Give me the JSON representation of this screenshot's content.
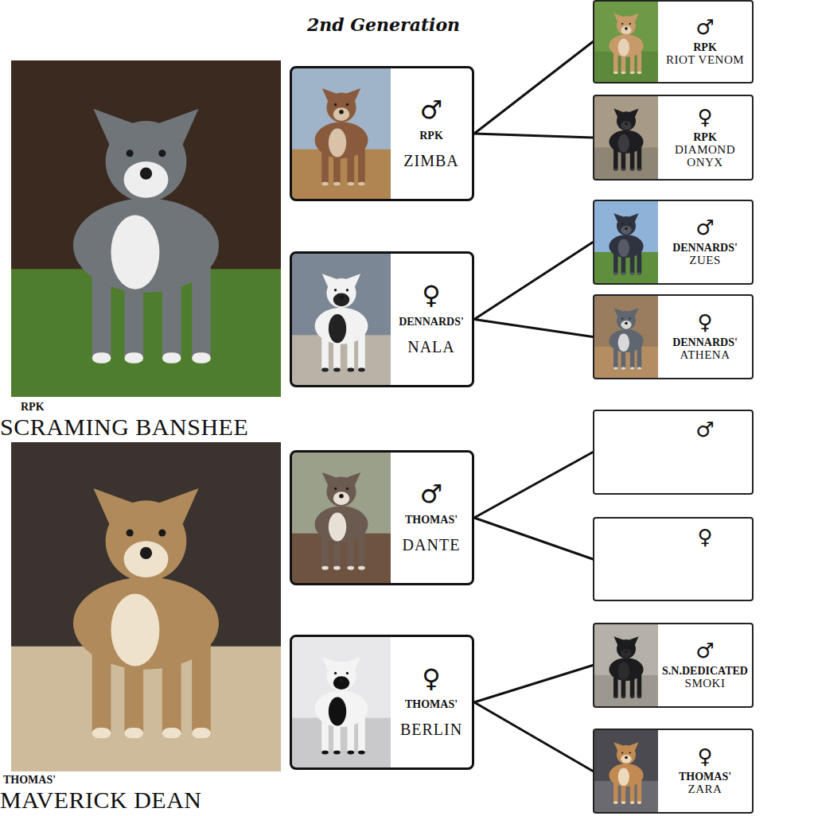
{
  "diagram": {
    "title": "2nd Generation",
    "nodes": [
      {
        "text": [
          "RPK",
          "SCRAMING BANSHEE"
        ]
      },
      {
        "text": [
          "♂",
          "RPK",
          "ZIMBA"
        ]
      },
      {
        "text": [
          "♂",
          "RPK",
          "RIOT VENOM"
        ]
      },
      {
        "text": [
          "♀",
          "RPK",
          "DIAMOND ONYX"
        ]
      },
      {
        "text": [
          "♀",
          "DENNARDS'",
          "NALA"
        ]
      },
      {
        "text": [
          "♂",
          "DENNARDS'",
          "ZUES"
        ]
      },
      {
        "text": [
          "♀",
          "DENNARDS'",
          "ATHENA"
        ]
      },
      {
        "text": [
          "THOMAS'",
          "MAVERICK DEAN"
        ]
      },
      {
        "text": [
          "♂",
          "THOMAS'",
          "DANTE"
        ]
      },
      {
        "text": [
          "♂"
        ]
      },
      {
        "text": [
          "♀"
        ]
      },
      {
        "text": [
          "♀",
          "THOMAS'",
          "BERLIN"
        ]
      },
      {
        "text": [
          "♂",
          "S.N.DEDICATED",
          "SMOKI"
        ]
      },
      {
        "text": [
          "♀",
          "THOMAS'",
          "ZARA"
        ]
      }
    ],
    "edges": [
      {
        "from": 1,
        "to": 2,
        "arrow": "none"
      },
      {
        "from": 1,
        "to": 3,
        "arrow": "none"
      },
      {
        "from": 4,
        "to": 5,
        "arrow": "none"
      },
      {
        "from": 4,
        "to": 6,
        "arrow": "none"
      },
      {
        "from": 8,
        "to": 9,
        "arrow": "none"
      },
      {
        "from": 8,
        "to": 10,
        "arrow": "none"
      },
      {
        "from": 11,
        "to": 12,
        "arrow": "none"
      },
      {
        "from": 11,
        "to": 13,
        "arrow": "none"
      }
    ]
  }
}
